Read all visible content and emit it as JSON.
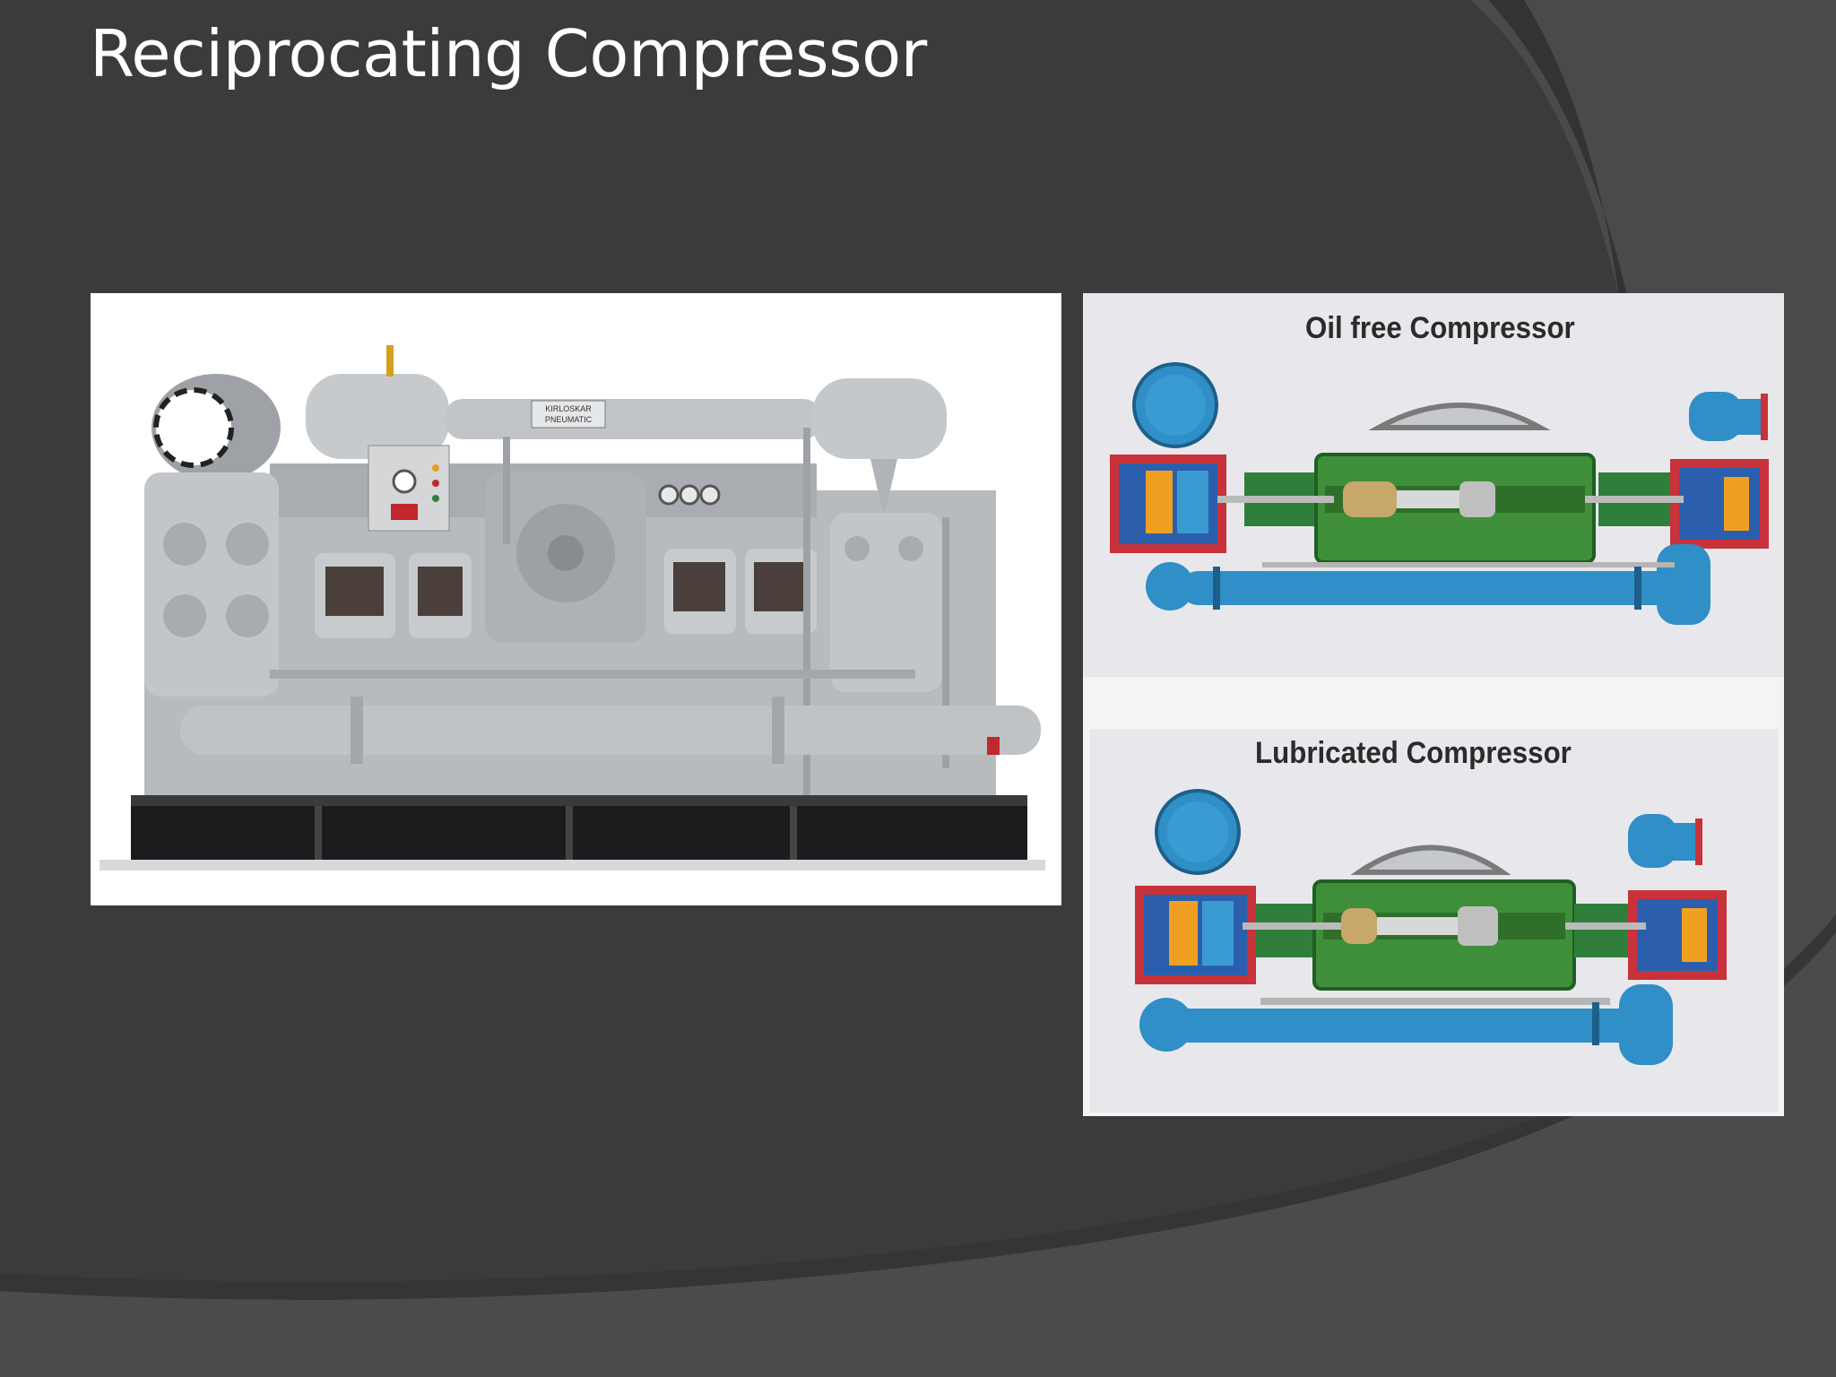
{
  "slide": {
    "title": "Reciprocating Compressor"
  },
  "photo": {
    "nameplate_line1": "KIRLOSKAR",
    "nameplate_line2": "PNEUMATIC"
  },
  "diagrams": {
    "top_title": "Oil free Compressor",
    "bottom_title": "Lubricated Compressor"
  },
  "colors": {
    "background": "#3c3c3c",
    "title_text": "#ffffff",
    "machine_grey": "#b9bcbf",
    "pipe_blue": "#2f8fc6",
    "frame_green": "#3f8f3a",
    "casing_red": "#c8323a",
    "piston_orange": "#f0a020"
  }
}
